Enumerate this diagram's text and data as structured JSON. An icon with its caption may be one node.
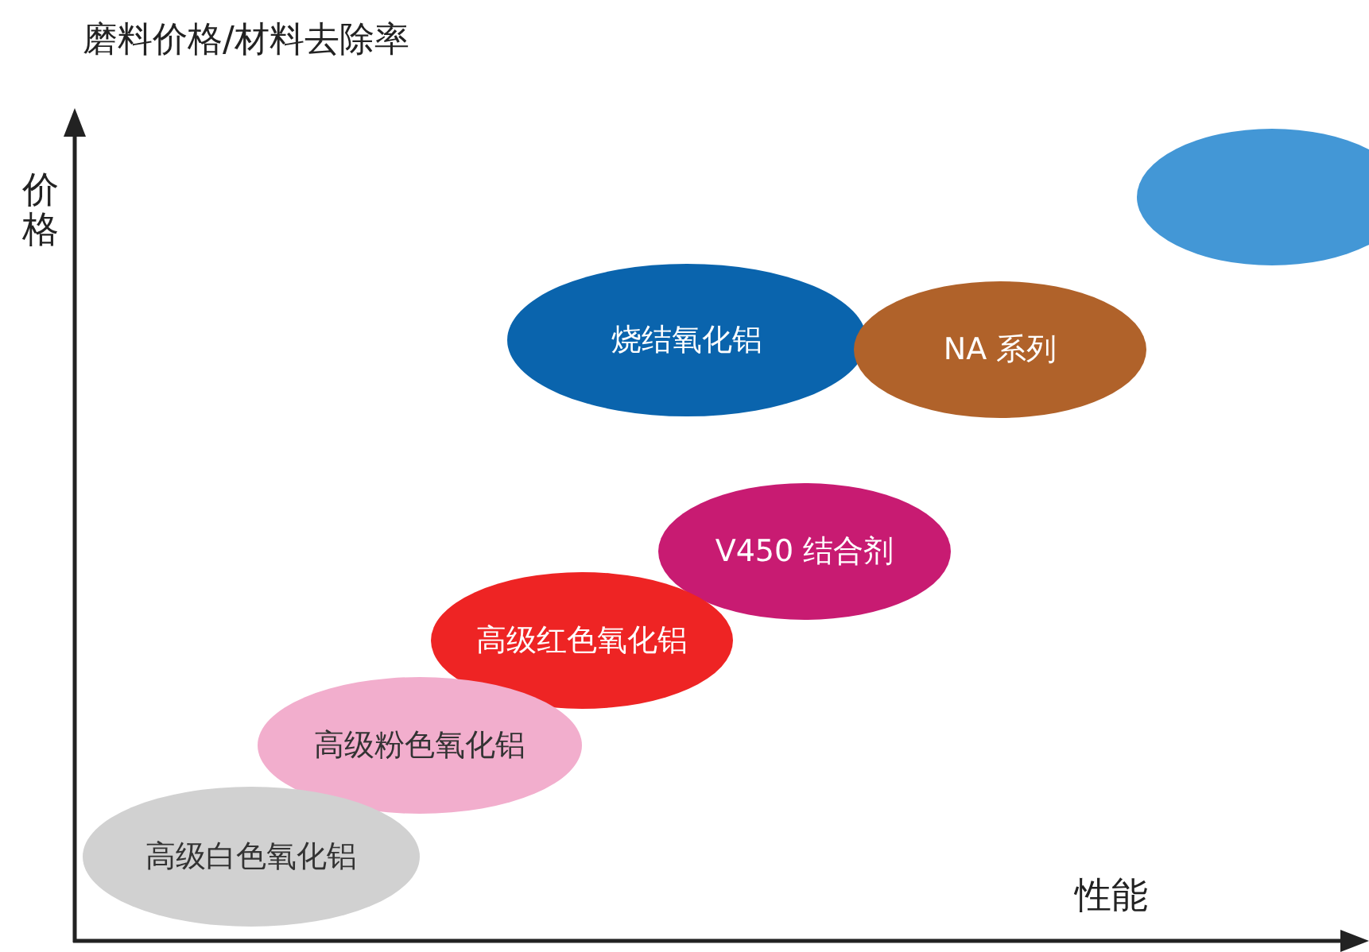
{
  "diagram": {
    "title": "磨料价格/材料去除率",
    "nodes": [
      {
        "text": [],
        "shape": "ellipse"
      },
      {
        "text": [
          "烧结氧化铝"
        ]
      },
      {
        "text": [
          "NA 系列"
        ]
      },
      {
        "text": [
          "V450 结合剂"
        ]
      },
      {
        "text": [
          "高级红色氧化铝"
        ]
      },
      {
        "text": [
          "高级粉色氧化铝"
        ]
      },
      {
        "text": [
          "高级白色氧化铝"
        ]
      }
    ],
    "labels": [
      "价格",
      "性能"
    ]
  }
}
